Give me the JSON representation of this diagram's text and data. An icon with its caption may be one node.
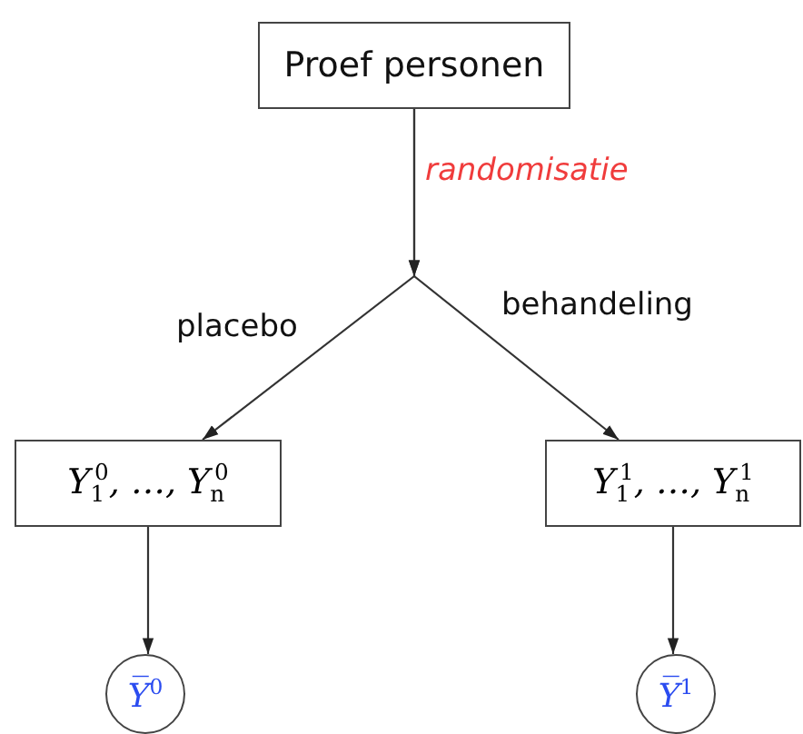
{
  "diagram": {
    "nodes": [
      {
        "text": [
          "Proef personen"
        ]
      },
      {
        "text": [
          "Y$_{1}$$^{0}$, …, Y$_{n}$$^{0}$"
        ]
      },
      {
        "text": [
          "Y$_{1}$$^{1}$, …, Y$_{n}$$^{1}$"
        ]
      },
      {
        "text": [
          "Y̅$^{0}$"
        ]
      },
      {
        "text": [
          "Y̅$^{1}$"
        ]
      }
    ],
    "edges": [
      {
        "from": 0,
        "to": 1,
        "arrow": "to",
        "label": "placebo"
      },
      {
        "from": 0,
        "to": 2,
        "arrow": "to",
        "label": "behandeling"
      },
      {
        "from": 1,
        "to": 3,
        "arrow": "to"
      },
      {
        "from": 2,
        "to": 4,
        "arrow": "to"
      }
    ],
    "labels": [
      "randomisatie"
    ]
  }
}
